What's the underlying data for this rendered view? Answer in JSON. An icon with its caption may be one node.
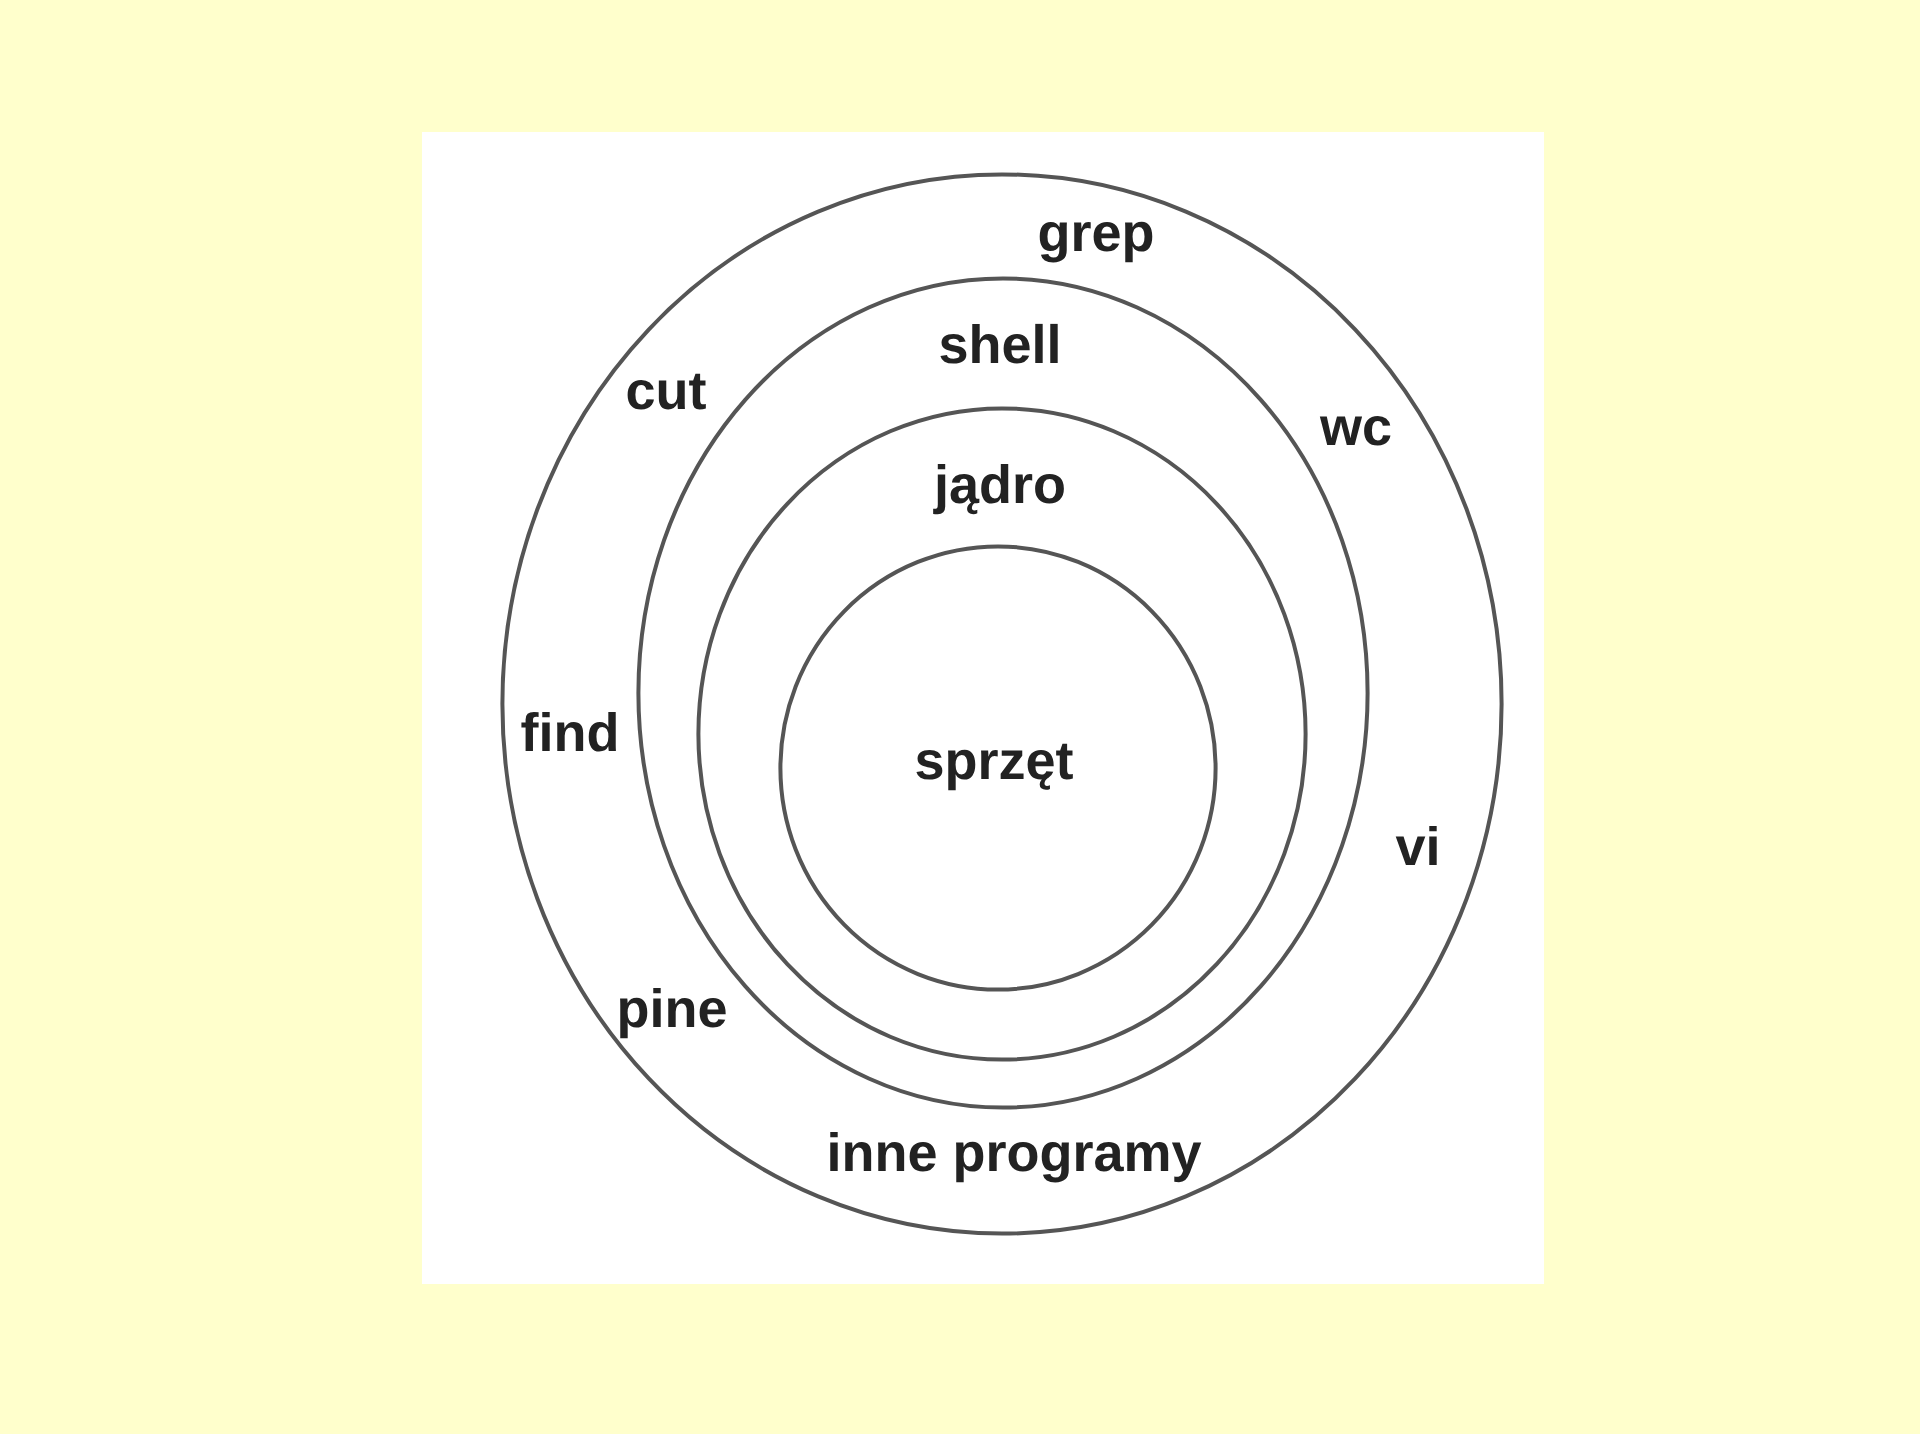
{
  "diagram": {
    "nodes": [
      {
        "text": [
          "grep",
          "cut",
          "wc",
          "find",
          "vi",
          "pine",
          "inne programy"
        ]
      },
      {
        "text": [
          "shell"
        ],
        "in": 0
      },
      {
        "text": [
          "jądro"
        ],
        "in": 1
      },
      {
        "text": [
          "sprzęt"
        ],
        "in": 2
      }
    ]
  }
}
